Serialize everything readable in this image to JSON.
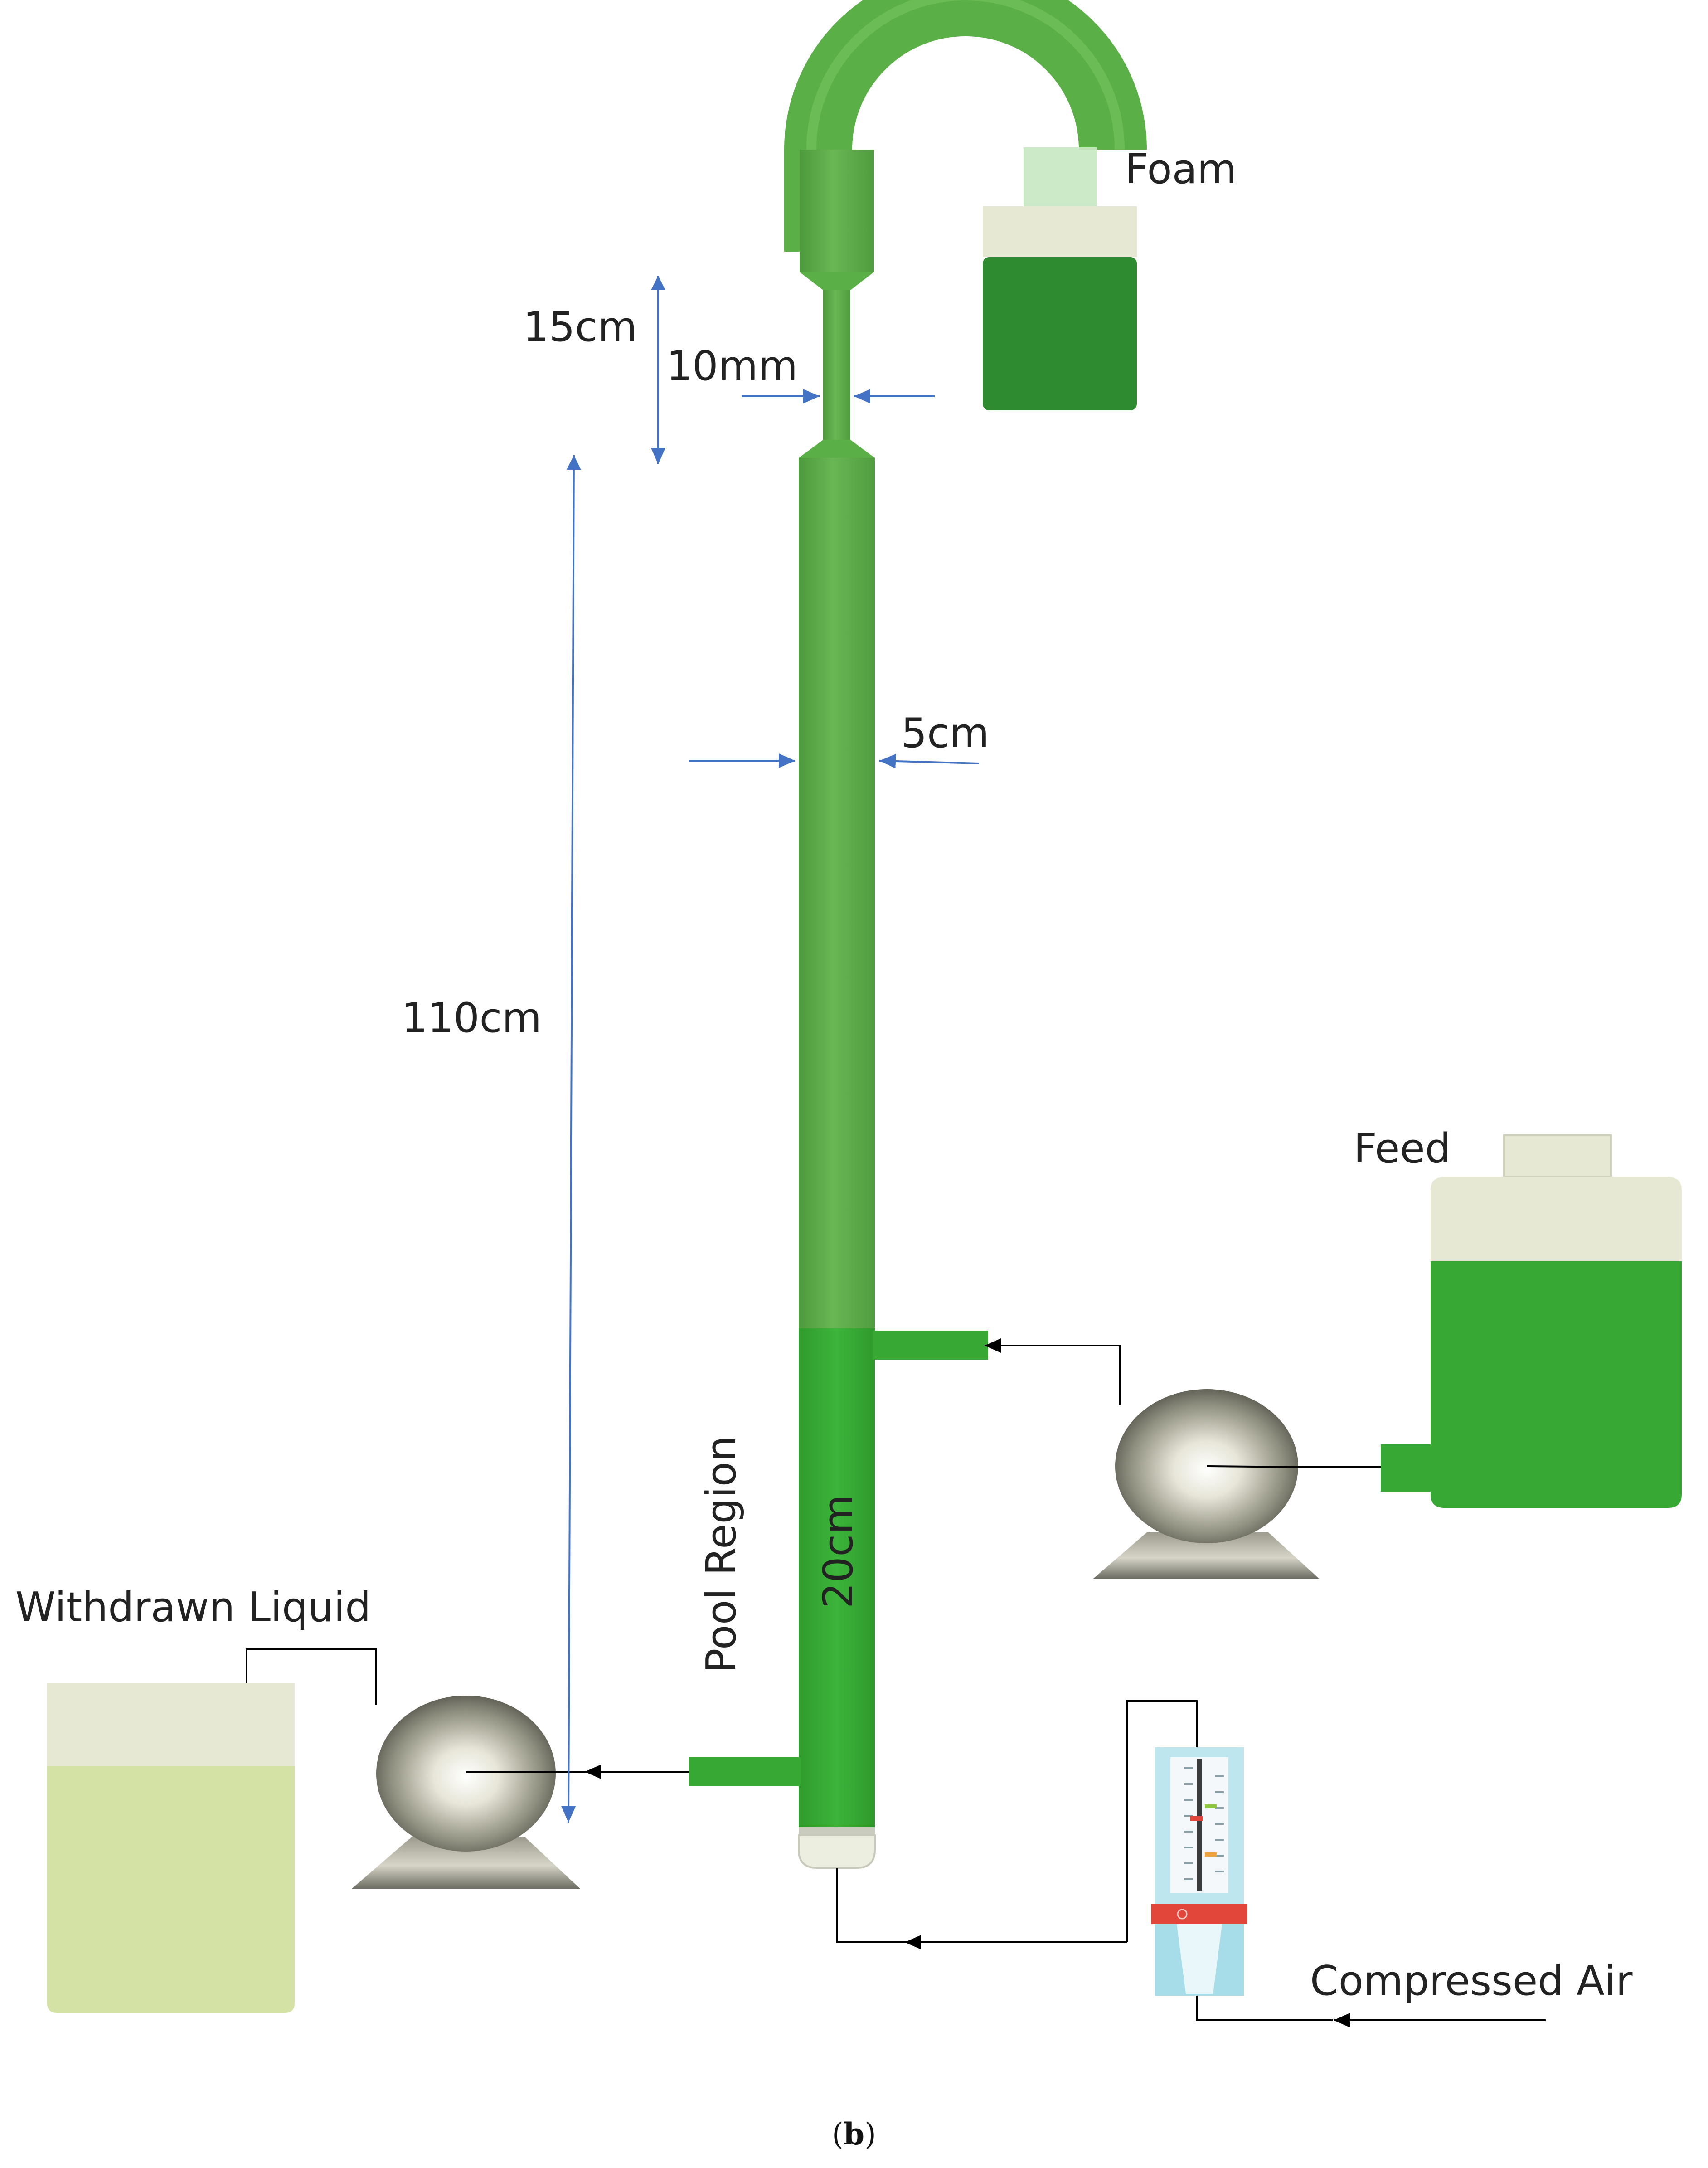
{
  "labels": {
    "foam": "Foam",
    "feed": "Feed",
    "withdrawn": "Withdrawn Liquid",
    "compressed_air": "Compressed Air",
    "pool_region": "Pool Region"
  },
  "dimensions": {
    "neck_height": "15cm",
    "neck_width": "10mm",
    "column_width": "5cm",
    "column_height": "110cm",
    "pool_height": "20cm"
  },
  "caption": {
    "open": "(",
    "letter": "b",
    "close": ")"
  },
  "colors": {
    "column_foam": "#5aaf46",
    "pool_liquid": "#36a833",
    "tank_lid": "#e6e8d4",
    "withdrawn_liquid": "#d5e2a6",
    "dimension_arrow": "#4472c4",
    "flow_line": "#000000",
    "rotameter_tube": "#a6dde8",
    "rotameter_band": "#e2453a"
  }
}
